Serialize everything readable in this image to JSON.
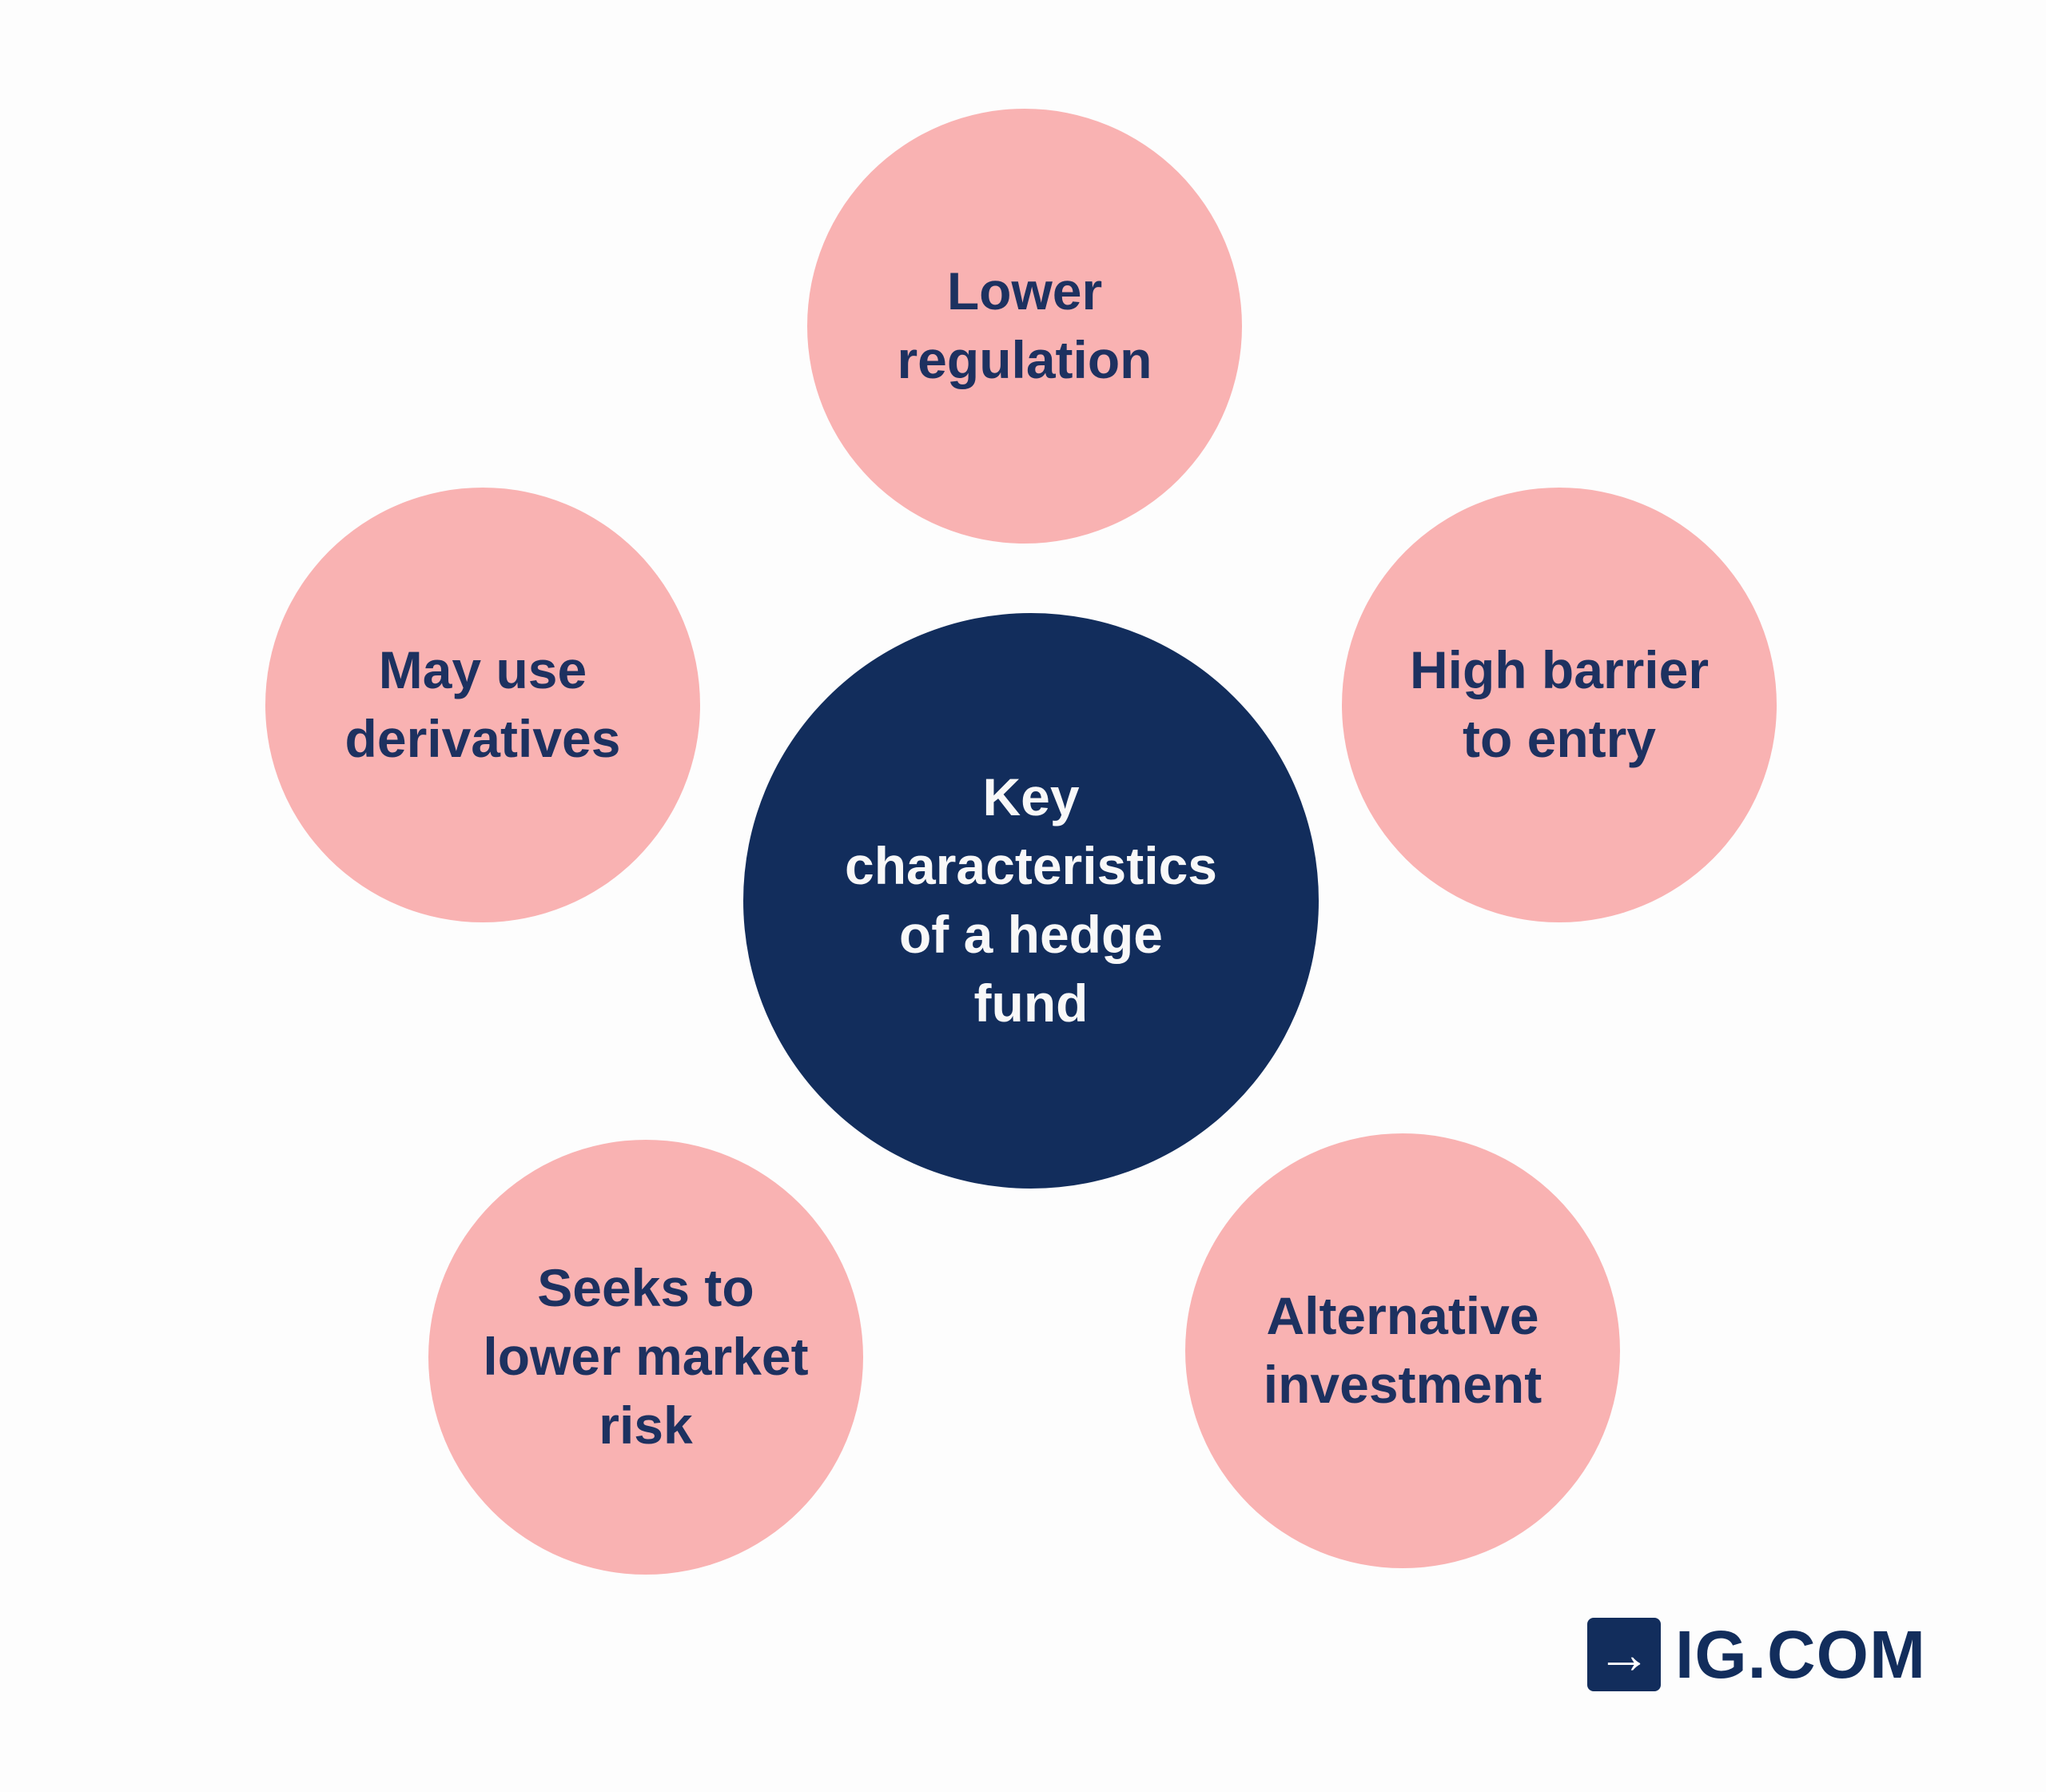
{
  "colors": {
    "background": "#fdfdfd",
    "pink_circle": "#f9b2b2",
    "navy_circle": "#122d5c",
    "navy_text": "#1d3160",
    "center_text": "#f8f8f8"
  },
  "center": {
    "label": "Key\ncharacteristics\nof a hedge\nfund"
  },
  "nodes": [
    {
      "id": "lower-regulation",
      "label": "Lower\nregulation"
    },
    {
      "id": "may-use-derivatives",
      "label": "May use\nderivatives"
    },
    {
      "id": "high-barrier-to-entry",
      "label": "High barrier\nto entry"
    },
    {
      "id": "seeks-lower-market-risk",
      "label": "Seeks to\nlower market\nrisk"
    },
    {
      "id": "alternative-investment",
      "label": "Alternative\ninvestment"
    }
  ],
  "logo": {
    "arrow": "→",
    "text": "IG.COM"
  }
}
